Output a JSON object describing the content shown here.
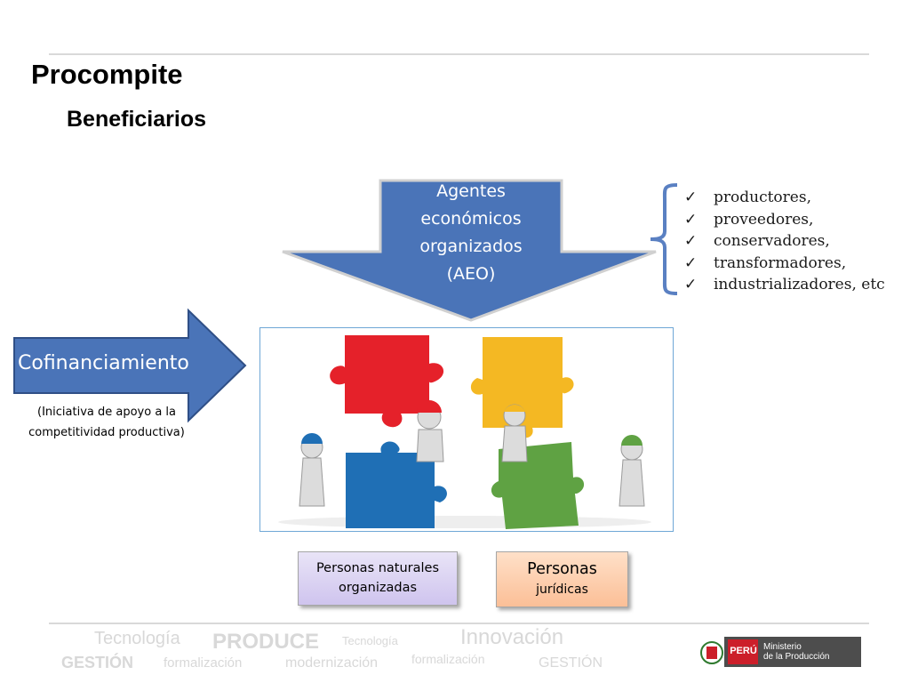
{
  "header": {
    "title": "Procompite",
    "subtitle": "Beneficiarios"
  },
  "diagram": {
    "aeo_label": "Agentes económicos organizados (AEO)",
    "aeo_lines": [
      "Agentes",
      "económicos",
      "organizados",
      "(AEO)"
    ],
    "cofinanciamiento_label": "Cofinanciamiento",
    "cofinanciamiento_note_lines": [
      "(Iniciativa de apoyo a la",
      "competitividad productiva)"
    ],
    "roles": [
      "productores,",
      "proveedores,",
      "conservadores,",
      "transformadores,",
      "industrializadores, etc"
    ],
    "roles_last_line": "etc",
    "boxes": {
      "naturales_lines": [
        "Personas naturales",
        "organizadas"
      ],
      "juridicas_lines": [
        "Personas",
        "jurídicas"
      ]
    }
  },
  "footer": {
    "watermark_words": [
      "Tecnología",
      "PRODUCE",
      "Tecnología",
      "Innovación",
      "GESTIÓN",
      "formalización",
      "modernización",
      "formalización",
      "GESTIÓN"
    ],
    "logo": {
      "country": "PERÚ",
      "ministry_lines": [
        "Ministerio",
        "de la Producción"
      ]
    }
  },
  "colors": {
    "arrow_blue": "#4a74b8",
    "arrow_border": "#2f4f86",
    "bracket_blue": "#5a80c2",
    "box_purple": "#d7cdf2",
    "box_orange": "#fbc6a1",
    "logo_red": "#cc1f2a",
    "logo_gray": "#4d4d4d"
  }
}
